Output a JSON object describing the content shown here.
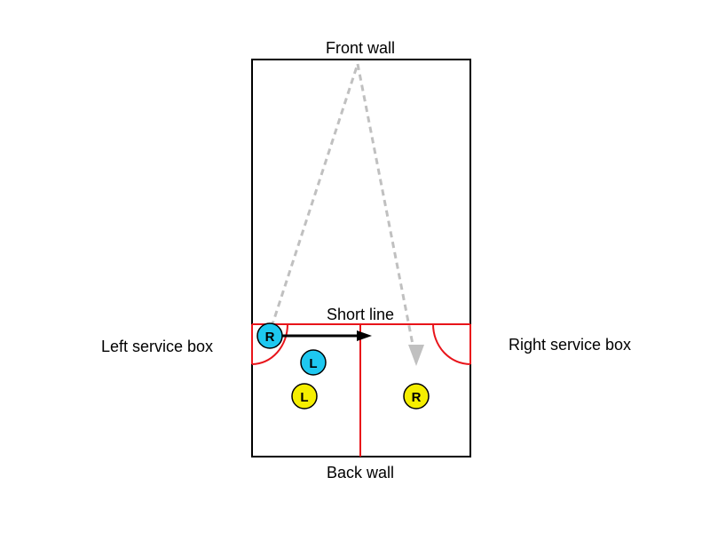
{
  "labels": {
    "front_wall": "Front wall",
    "back_wall": "Back wall",
    "short_line": "Short line",
    "left_service_box": "Left service box",
    "right_service_box": "Right service box"
  },
  "players": {
    "server": "R",
    "server_partner": "L",
    "receiver_left": "L",
    "receiver_right": "R"
  },
  "colors": {
    "court_outline": "#000000",
    "court_lines": "#e8141a",
    "serving_team": "#1ec8f0",
    "receiving_team": "#f5ee00",
    "ball_path": "#c0c0c0",
    "server_movement": "#000000"
  }
}
